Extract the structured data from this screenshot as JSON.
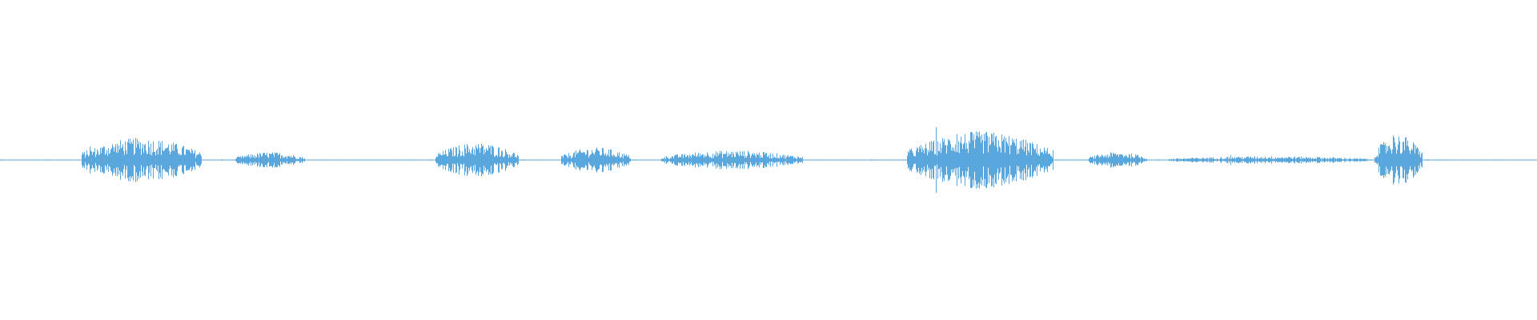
{
  "waveform": {
    "color": "#5aa7de",
    "baseline_amplitude": 0.0015,
    "segments": [
      {
        "start": 0.053,
        "end": 0.131,
        "amplitude": 0.07
      },
      {
        "start": 0.153,
        "end": 0.198,
        "amplitude": 0.025
      },
      {
        "start": 0.283,
        "end": 0.337,
        "amplitude": 0.055
      },
      {
        "start": 0.365,
        "end": 0.41,
        "amplitude": 0.04
      },
      {
        "start": 0.43,
        "end": 0.522,
        "amplitude": 0.03
      },
      {
        "start": 0.59,
        "end": 0.685,
        "amplitude": 0.09
      },
      {
        "start": 0.708,
        "end": 0.746,
        "amplitude": 0.025
      },
      {
        "start": 0.76,
        "end": 0.89,
        "amplitude": 0.012
      },
      {
        "start": 0.894,
        "end": 0.925,
        "amplitude": 0.08
      }
    ]
  }
}
